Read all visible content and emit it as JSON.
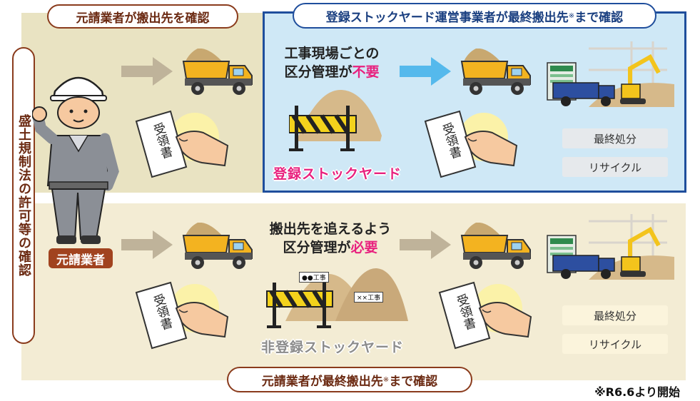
{
  "headers": {
    "top_left": "元請業者が搬出先を確認",
    "top_right_main": "登録ストックヤード運営事業者が最終搬出先",
    "top_right_mark": "※",
    "top_right_tail": "まで確認",
    "bottom_main": "元請業者が最終搬出先",
    "bottom_mark": "※",
    "bottom_tail": "まで確認"
  },
  "side_label": "盛土規制法の許可等の確認",
  "contractor": "元請業者",
  "registered": {
    "line1": "工事現場ごとの",
    "line2_prefix": "区分管理が",
    "line2_emph": "不要",
    "yard_label": "登録ストックヤード"
  },
  "unregistered": {
    "line1": "搬出先を追えるよう",
    "line2_prefix": "区分管理が",
    "line2_emph": "必要",
    "yard_label": "非登録ストックヤード",
    "sign_a": "●●工事",
    "sign_b": "××工事"
  },
  "receipt": "受領書",
  "final": {
    "disposal": "最終処分",
    "recycle": "リサイクル"
  },
  "note": "※R6.6より開始",
  "colors": {
    "brown": "#8a3b1c",
    "blue_border": "#1f4e9c",
    "light_blue": "#cfe8f6",
    "pink": "#e8217e",
    "truck_yellow": "#f3b320"
  }
}
